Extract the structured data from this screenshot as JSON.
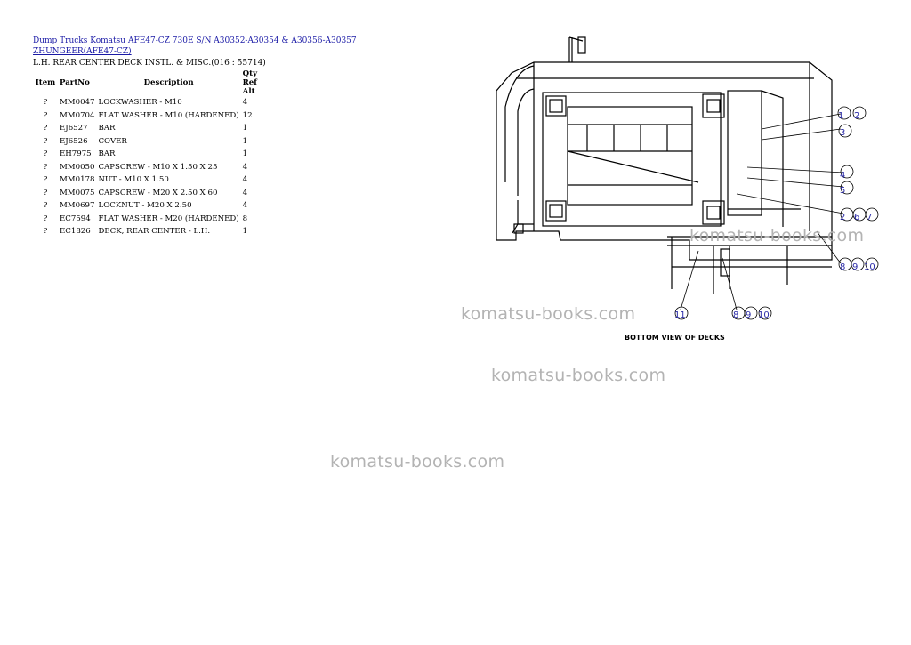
{
  "breadcrumb": {
    "link1": "Dump Trucks Komatsu",
    "link2": "AFE47-CZ 730E S/N A30352-A30354 & A30356-A30357 ZHUNGEER(AFE47-CZ)"
  },
  "section_title": "L.H. REAR CENTER DECK INSTL. & MISC.(016 : 55714)",
  "table": {
    "headers": {
      "item": "Item",
      "partno": "PartNo",
      "description": "Description",
      "qty": "Qty",
      "ref": "Ref",
      "alt": "Alt"
    },
    "rows": [
      {
        "item": "?",
        "partno": "MM0047",
        "description": "LOCKWASHER - M10",
        "qty": "4"
      },
      {
        "item": "?",
        "partno": "MM0704",
        "description": "FLAT WASHER - M10 (HARDENED)",
        "qty": "12"
      },
      {
        "item": "?",
        "partno": "EJ6527",
        "description": "BAR",
        "qty": "1"
      },
      {
        "item": "?",
        "partno": "EJ6526",
        "description": "COVER",
        "qty": "1"
      },
      {
        "item": "?",
        "partno": "EH7975",
        "description": "BAR",
        "qty": "1"
      },
      {
        "item": "?",
        "partno": "MM0050",
        "description": "CAPSCREW - M10 X 1.50 X 25",
        "qty": "4"
      },
      {
        "item": "?",
        "partno": "MM0178",
        "description": "NUT - M10 X 1.50",
        "qty": "4"
      },
      {
        "item": "?",
        "partno": "MM0075",
        "description": "CAPSCREW - M20 X 2.50 X 60",
        "qty": "4"
      },
      {
        "item": "?",
        "partno": "MM0697",
        "description": "LOCKNUT - M20 X 2.50",
        "qty": "4"
      },
      {
        "item": "?",
        "partno": "EC7594",
        "description": "FLAT WASHER - M20 (HARDENED)",
        "qty": "8"
      },
      {
        "item": "?",
        "partno": "EC1826",
        "description": "DECK, REAR CENTER - L.H.",
        "qty": "1"
      }
    ]
  },
  "diagram": {
    "caption": "BOTTOM VIEW OF DECKS",
    "callouts": [
      "1",
      "2",
      "3",
      "4",
      "5",
      "2",
      "6",
      "7",
      "8",
      "9",
      "10",
      "11",
      "8",
      "9",
      "10"
    ]
  },
  "watermarks": [
    "komatsu-books.com",
    "komatsu-books.com",
    "komatsu-books.com",
    "komatsu-books.com"
  ]
}
